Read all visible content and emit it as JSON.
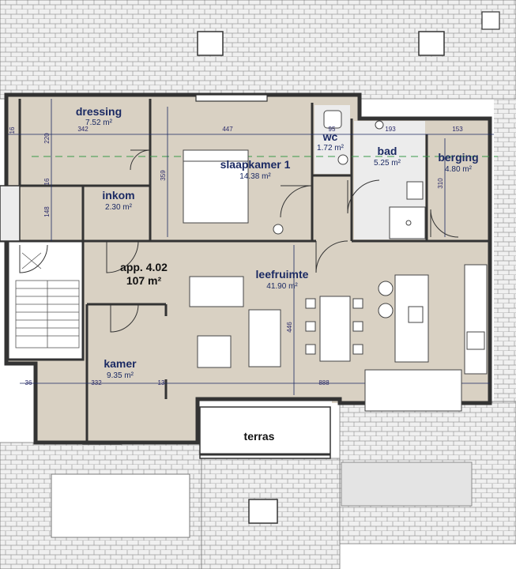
{
  "apartment": {
    "label": "app. 4.02",
    "area": "107 m²"
  },
  "rooms": [
    {
      "id": "dressing",
      "name": "dressing",
      "area": "7.52 m²"
    },
    {
      "id": "slaapkamer",
      "name": "slaapkamer 1",
      "area": "14.38 m²"
    },
    {
      "id": "wc",
      "name": "wc",
      "area": "1.72 m²"
    },
    {
      "id": "bad",
      "name": "bad",
      "area": "5.25 m²"
    },
    {
      "id": "berging",
      "name": "berging",
      "area": "4.80 m²"
    },
    {
      "id": "inkom",
      "name": "inkom",
      "area": "2.30 m²"
    },
    {
      "id": "leefruimte",
      "name": "leefruimte",
      "area": "41.90 m²"
    },
    {
      "id": "kamer",
      "name": "kamer",
      "area": "9.35 m²"
    }
  ],
  "terras": "terras",
  "dimensions": {
    "d342": "342",
    "d220": "220",
    "d447": "447",
    "d95": "95",
    "d193": "193",
    "d153": "153",
    "d359": "359",
    "d310": "310",
    "d148": "148",
    "d446": "446",
    "d332": "332",
    "d888": "888",
    "d16a": "16",
    "d16b": "16",
    "d36": "36",
    "d13": "13"
  },
  "colors": {
    "floor": "#d9d1c3",
    "wall": "#cfc7ba",
    "text": "#1b2a63",
    "roof": "#ececec"
  }
}
